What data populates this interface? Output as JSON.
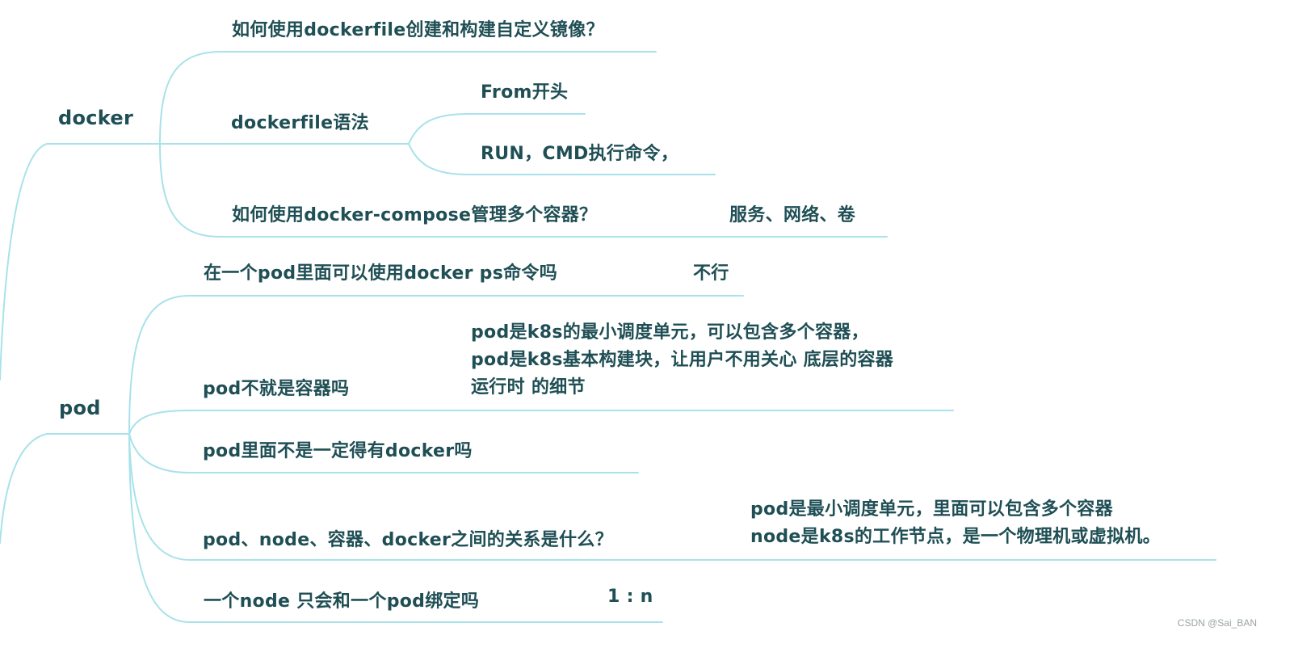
{
  "mindmap": {
    "roots": [
      {
        "label": "docker",
        "children": [
          {
            "label": "如何使用dockerfile创建和构建自定义镜像？"
          },
          {
            "label": "dockerfile语法",
            "children": [
              {
                "label": "From开头"
              },
              {
                "label": "RUN，CMD执行命令，"
              }
            ]
          },
          {
            "label": "如何使用docker-compose管理多个容器？",
            "answer": "服务、网络、卷"
          }
        ]
      },
      {
        "label": "pod",
        "children": [
          {
            "label": "在一个pod里面可以使用docker ps命令吗",
            "answer": "不行"
          },
          {
            "label": "pod不就是容器吗",
            "answer_lines": [
              "pod是k8s的最小调度单元，可以包含多个容器，",
              "pod是k8s基本构建块，让用户不用关心 底层的容器",
              "运行时 的细节"
            ]
          },
          {
            "label": "pod里面不是一定得有docker吗"
          },
          {
            "label": "pod、node、容器、docker之间的关系是什么？",
            "answer_lines": [
              "pod是最小调度单元，里面可以包含多个容器",
              "node是k8s的工作节点，是一个物理机或虚拟机。"
            ]
          },
          {
            "label": "一个node 只会和一个pod绑定吗",
            "answer": "1 : n"
          }
        ]
      }
    ]
  },
  "watermark": "CSDN @Sai_BAN",
  "colors": {
    "branch": "#a8e2ea",
    "text": "#1f4f55"
  }
}
